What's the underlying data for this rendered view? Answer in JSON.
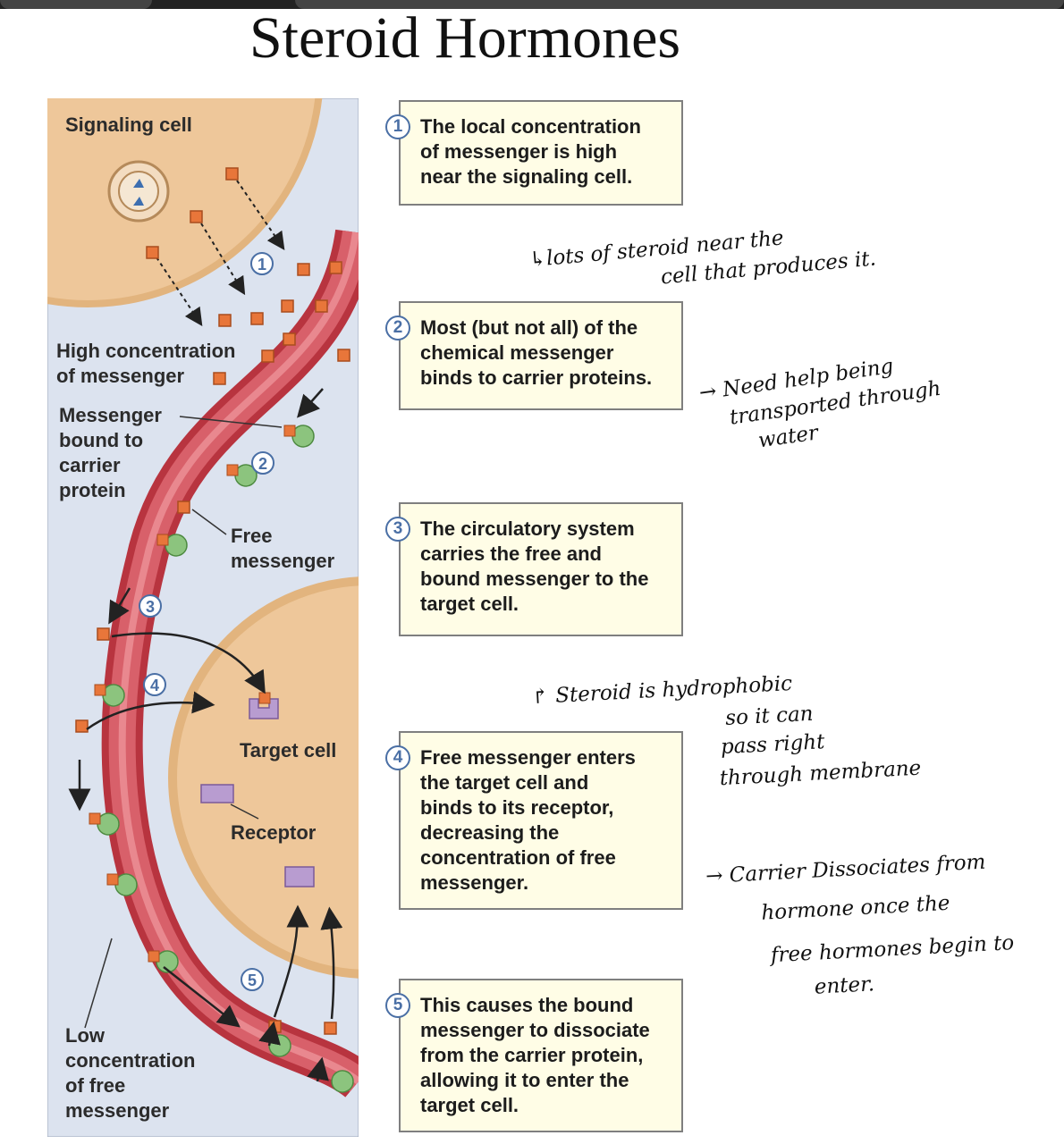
{
  "title": "Steroid Hormones",
  "diagram": {
    "labels": {
      "signaling_cell": "Signaling cell",
      "high_concentration": "High concentration\nof messenger",
      "messenger_bound": "Messenger\nbound to\ncarrier\nprotein",
      "free_messenger": "Free\nmessenger",
      "target_cell": "Target cell",
      "receptor": "Receptor",
      "low_concentration": "Low\nconcentration\nof free\nmessenger"
    },
    "step_markers": [
      "1",
      "2",
      "3",
      "4",
      "5"
    ]
  },
  "steps": [
    {
      "number": "1",
      "text": "The local concentration\nof messenger is high\nnear the signaling cell."
    },
    {
      "number": "2",
      "text": "Most (but not all) of the\nchemical messenger\nbinds to carrier proteins."
    },
    {
      "number": "3",
      "text": "The circulatory system\ncarries the free and\nbound messenger to the\ntarget cell."
    },
    {
      "number": "4",
      "text": "Free messenger enters\nthe target cell and\nbinds to its receptor,\ndecreasing the\nconcentration of free\nmessenger."
    },
    {
      "number": "5",
      "text": "This causes the bound\nmessenger to dissociate\nfrom the carrier protein,\nallowing it to enter the\ntarget cell."
    }
  ],
  "handwritten_notes": [
    {
      "lines": [
        "↳lots of steroid near the",
        "cell that produces it."
      ]
    },
    {
      "lines": [
        "→ Need help being",
        "transported through",
        "water"
      ]
    },
    {
      "lines": [
        "↱ Steroid is hydrophobic",
        "so it can",
        "pass right",
        "through membrane"
      ]
    },
    {
      "lines": [
        "→ Carrier Dissociates from",
        "hormone once the",
        "free hormones begin to",
        "enter."
      ]
    }
  ],
  "colors": {
    "panel_bg": "#dce3ef",
    "cell_fill": "#eec79a",
    "vessel": "#c9404c",
    "messenger": "#e8763a",
    "carrier": "#8cc47e",
    "receptor": "#b89cd0",
    "step_circle": "#4a6fa5"
  }
}
